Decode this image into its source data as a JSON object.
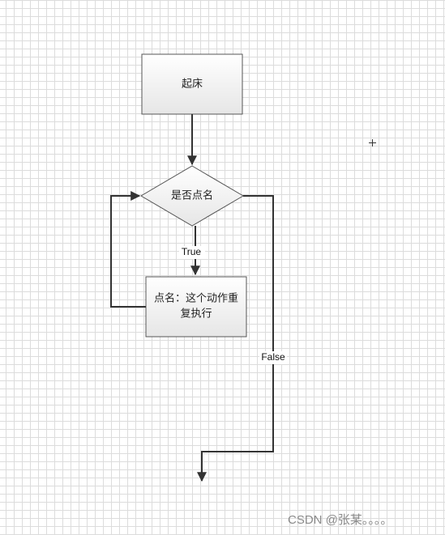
{
  "flowchart": {
    "nodes": {
      "start": {
        "label": "起床"
      },
      "decision": {
        "label": "是否点名"
      },
      "process": {
        "line1": "点名：这个动作重",
        "line2": "复执行"
      }
    },
    "edges": {
      "true_label": "True",
      "false_label": "False"
    }
  },
  "watermark": {
    "text": "CSDN @张某。。。。"
  },
  "colors": {
    "node_fill_top": "#ffffff",
    "node_fill_bottom": "#e6e6e6",
    "node_stroke": "#555555",
    "edge_stroke": "#333333"
  }
}
